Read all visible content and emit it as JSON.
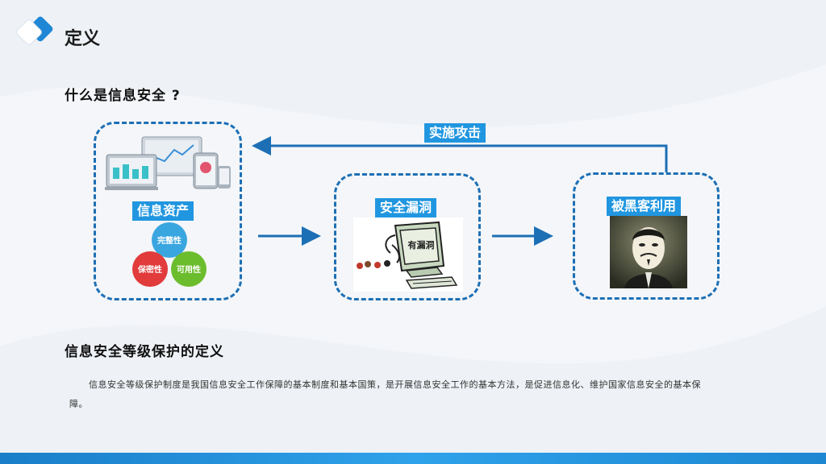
{
  "page": {
    "title": "定义",
    "heading_what": "什么是信息安全 ?",
    "heading_definition": "信息安全等级保护的定义",
    "paragraph": "信息安全等级保护制度是我国信息安全工作保障的基本制度和基本国策，是开展信息安全工作的基本方法，是促进信息化、维护国家信息安全的基本保障。"
  },
  "diagram": {
    "attack_label": "实施攻击",
    "nodes": [
      {
        "label": "信息资产"
      },
      {
        "label": "安全漏洞",
        "screen_text": "有漏洞"
      },
      {
        "label": "被黑客利用"
      }
    ],
    "asset_circles": {
      "top": "完整性",
      "left": "保密性",
      "right": "可用性"
    }
  },
  "colors": {
    "accent": "#1c6fb5",
    "label_bg": "#2196e0",
    "circle_blue": "#3aa6e0",
    "circle_red": "#e23b3b",
    "circle_green": "#6cbd2e"
  }
}
